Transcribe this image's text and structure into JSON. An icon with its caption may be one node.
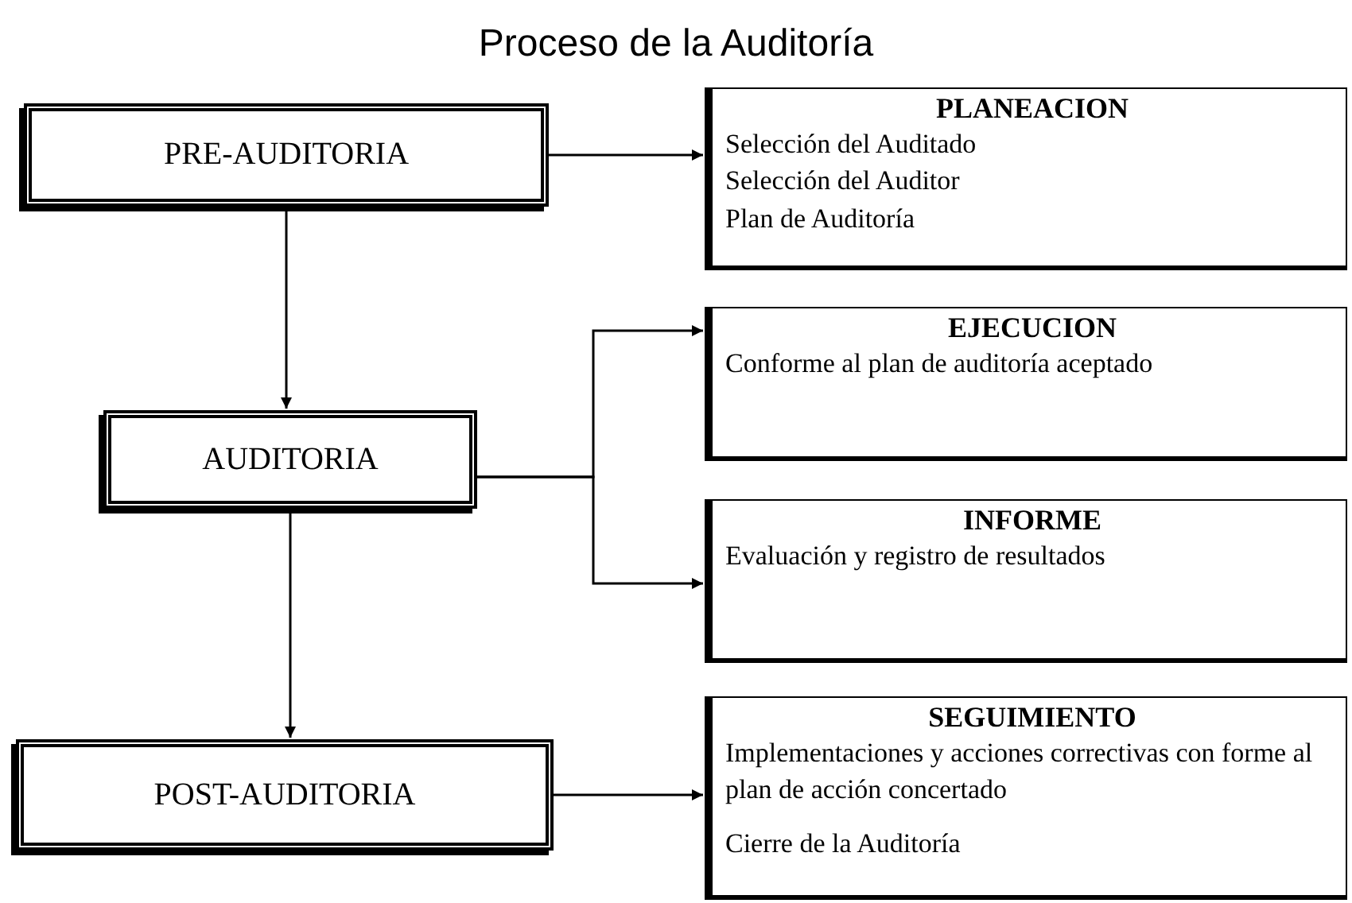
{
  "diagram": {
    "title": "Proceso de la Auditoría",
    "nodes": [
      {
        "text": [
          "PRE-AUDITORIA"
        ]
      },
      {
        "text": [
          "PLANEACION",
          "Selección del Auditado",
          "Selección del Auditor",
          "Plan de Auditoría"
        ]
      },
      {
        "text": [
          "AUDITORIA"
        ]
      },
      {
        "text": [
          "EJECUCION",
          "Conforme al plan de auditoría aceptado"
        ]
      },
      {
        "text": [
          "INFORME",
          "Evaluación y registro de resultados"
        ]
      },
      {
        "text": [
          "POST-AUDITORIA"
        ]
      },
      {
        "text": [
          "SEGUIMIENTO",
          "Implementaciones y acciones correctivas con forme al plan de acción concertado",
          "Cierre de la Auditoría"
        ]
      }
    ],
    "edges": [
      {
        "from": 0,
        "to": 1,
        "arrow": "to"
      },
      {
        "from": 0,
        "to": 2,
        "arrow": "to"
      },
      {
        "from": 2,
        "to": 3,
        "arrow": "to"
      },
      {
        "from": 2,
        "to": 4,
        "arrow": "to"
      },
      {
        "from": 2,
        "to": 5,
        "arrow": "to"
      },
      {
        "from": 5,
        "to": 6,
        "arrow": "to"
      }
    ]
  }
}
